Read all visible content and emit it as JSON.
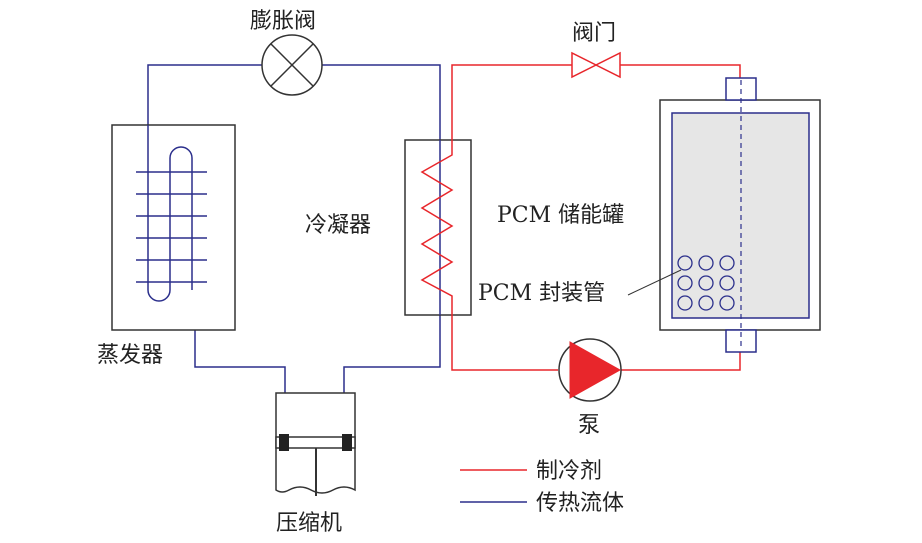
{
  "labels": {
    "expansion_valve": "膨胀阀",
    "valve": "阀门",
    "condenser": "冷凝器",
    "evaporator": "蒸发器",
    "compressor": "压缩机",
    "pump": "泵",
    "pcm_tank": "PCM 储能罐",
    "pcm_tube": "PCM 封装管"
  },
  "legend": [
    {
      "label": "制冷剂",
      "color": "#e8262b"
    },
    {
      "label": "传热流体",
      "color": "#2b2f8c"
    }
  ],
  "colors": {
    "refrigerant": "#e8262b",
    "heat_transfer_fluid": "#2b2f8c",
    "outline": "#333333",
    "pump_fill": "#e8262b",
    "tank_fill": "#e6e6e6"
  }
}
